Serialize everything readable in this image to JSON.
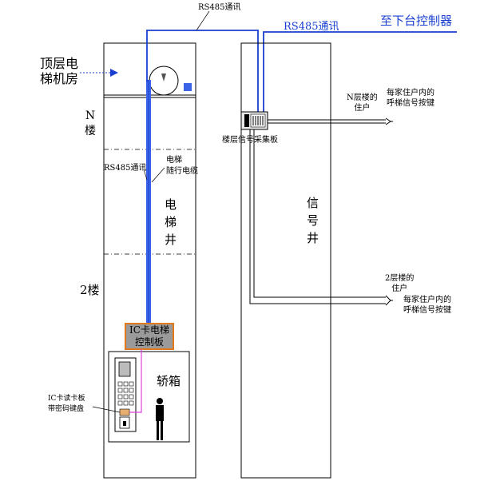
{
  "labels": {
    "top_machine_room": [
      "顶层电",
      "梯机房"
    ],
    "n_floor": [
      "N",
      "楼"
    ],
    "floor2": "2楼",
    "rs485_top": "RS485通讯",
    "rs485_mid": "RS485通讯",
    "rs485_left": "RS485通讯",
    "to_next_controller": "至下台控制器",
    "traveling_cable": [
      "电梯",
      "随行电缆"
    ],
    "elevator_shaft": [
      "电",
      "梯",
      "井"
    ],
    "signal_shaft": [
      "信",
      "号",
      "井"
    ],
    "collector_board": "楼层信号采集板",
    "n_floor_residents": [
      "N层楼的",
      "住户"
    ],
    "n_call_buttons": [
      "每家住户内的",
      "呼梯信号按键"
    ],
    "floor2_residents": [
      "2层楼的",
      "住户"
    ],
    "floor2_call_buttons": [
      "每家住户内的",
      "呼梯信号按键"
    ],
    "ic_controller": [
      "IC卡电梯",
      "控制板"
    ],
    "car": "轿箱",
    "card_reader": [
      "IC卡读卡板",
      "带密码键盘"
    ]
  },
  "colors": {
    "rs485_line": "#1a3fd0",
    "cable": "#3b63e8",
    "controller_fill": "#9a9a9a",
    "controller_border": "#e07a1a",
    "card_wire": "#e040e0"
  }
}
